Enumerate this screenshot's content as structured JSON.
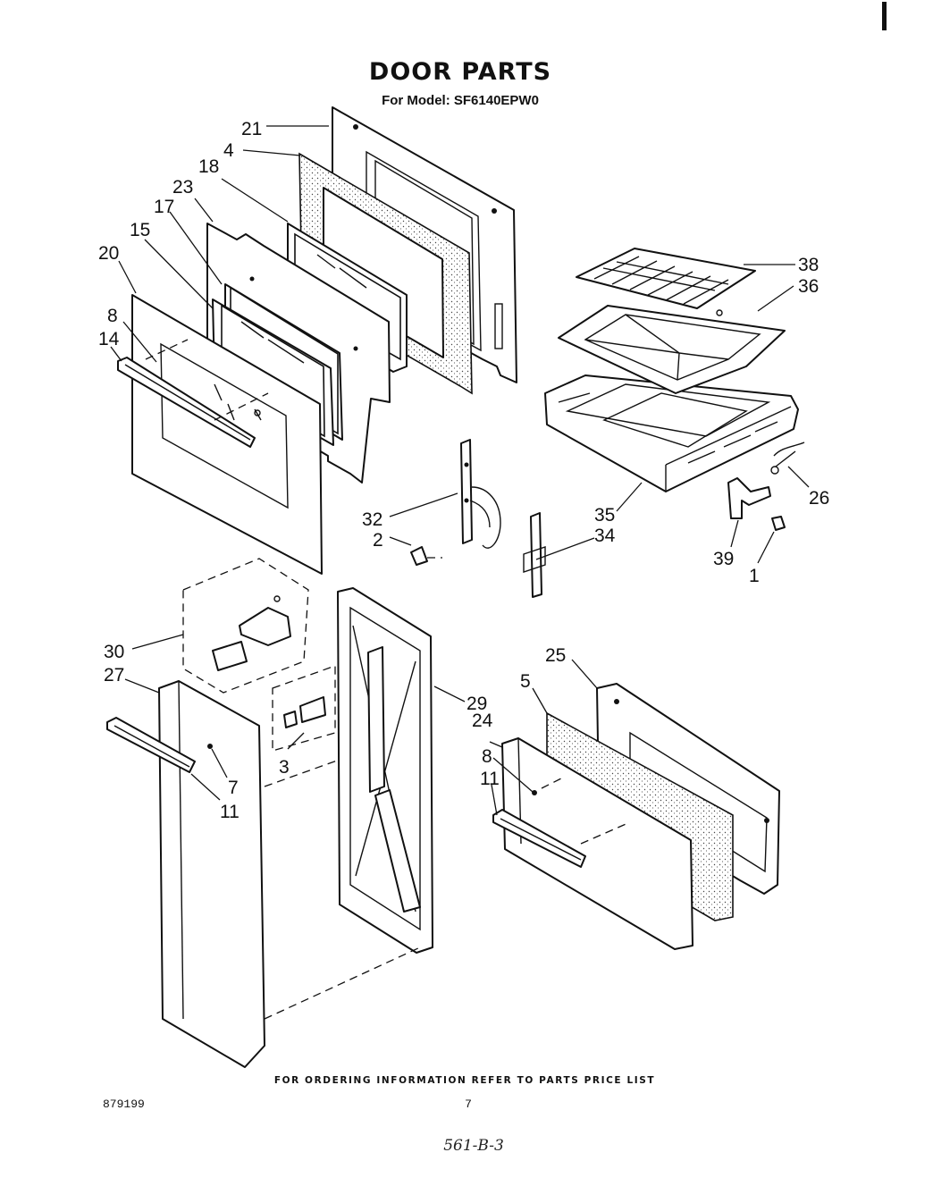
{
  "header": {
    "title": "DOOR PARTS",
    "subtitle": "For Model: SF6140EPW0"
  },
  "footer": {
    "note": "FOR ORDERING INFORMATION REFER TO PARTS PRICE LIST",
    "doc_number": "879199",
    "page_number": "7",
    "handwritten": "561-B-3"
  },
  "callouts": [
    {
      "id": "c21",
      "text": "21"
    },
    {
      "id": "c4",
      "text": "4"
    },
    {
      "id": "c18",
      "text": "18"
    },
    {
      "id": "c23",
      "text": "23"
    },
    {
      "id": "c17",
      "text": "17"
    },
    {
      "id": "c15",
      "text": "15"
    },
    {
      "id": "c20",
      "text": "20"
    },
    {
      "id": "c8a",
      "text": "8"
    },
    {
      "id": "c14",
      "text": "14"
    },
    {
      "id": "c38",
      "text": "38"
    },
    {
      "id": "c36",
      "text": "36"
    },
    {
      "id": "c26",
      "text": "26"
    },
    {
      "id": "c32",
      "text": "32"
    },
    {
      "id": "c2",
      "text": "2"
    },
    {
      "id": "c35",
      "text": "35"
    },
    {
      "id": "c34",
      "text": "34"
    },
    {
      "id": "c39",
      "text": "39"
    },
    {
      "id": "c1",
      "text": "1"
    },
    {
      "id": "c30",
      "text": "30"
    },
    {
      "id": "c27",
      "text": "27"
    },
    {
      "id": "c29",
      "text": "29"
    },
    {
      "id": "c25",
      "text": "25"
    },
    {
      "id": "c5",
      "text": "5"
    },
    {
      "id": "c24",
      "text": "24"
    },
    {
      "id": "c8b",
      "text": "8"
    },
    {
      "id": "c11a",
      "text": "11"
    },
    {
      "id": "c7",
      "text": "7"
    },
    {
      "id": "c11b",
      "text": "11"
    },
    {
      "id": "c3",
      "text": "3"
    }
  ]
}
